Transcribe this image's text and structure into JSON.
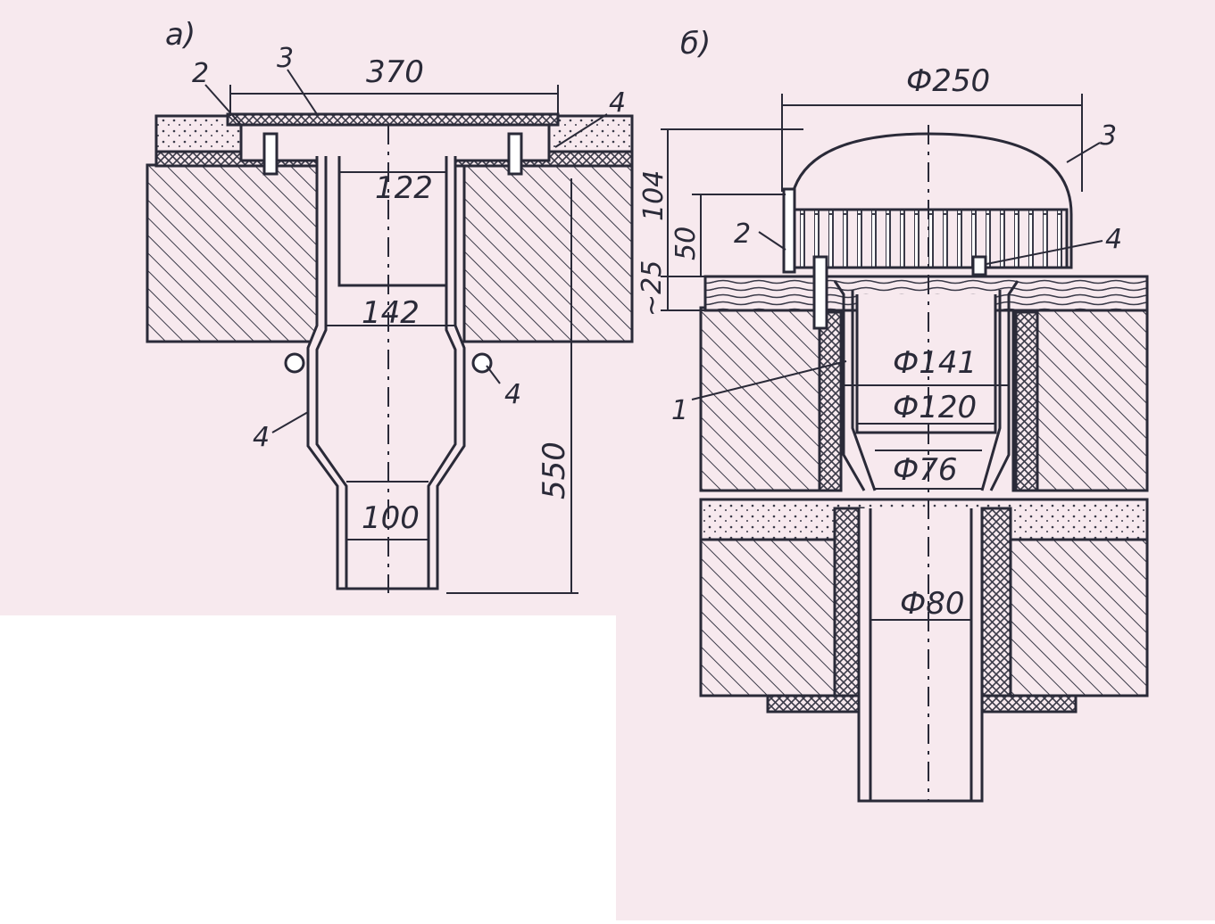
{
  "colors": {
    "paper": "#f7e9ee",
    "ink": "#2a2a38",
    "hatch": "#3a3a48"
  },
  "fig_a": {
    "title": "а)",
    "dims": {
      "top_width": "370",
      "inner_top": "122",
      "inner_mid": "142",
      "outlet": "100",
      "height": "550"
    },
    "labels": [
      "2",
      "3",
      "4",
      "4",
      "4"
    ]
  },
  "fig_b": {
    "title": "б)",
    "dims": {
      "cap": "Ф250",
      "h1": "104",
      "h2": "50",
      "h3": "~25",
      "d1": "Ф141",
      "d2": "Ф120",
      "d3": "Ф76",
      "d4": "Ф80"
    },
    "labels": [
      "3",
      "2",
      "4",
      "1"
    ]
  }
}
